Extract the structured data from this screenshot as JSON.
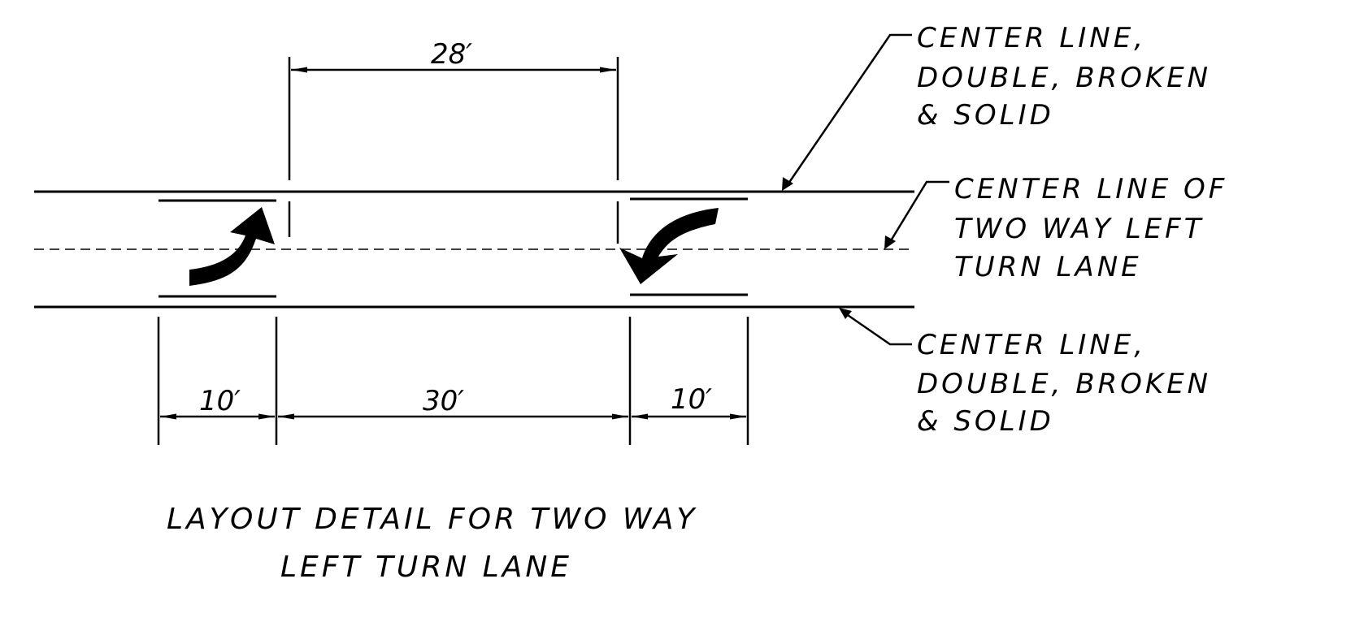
{
  "dimensions": {
    "top": "28′",
    "left_stripe": "10′",
    "middle_gap": "30′",
    "right_stripe": "10′"
  },
  "callouts": {
    "top_right": [
      "CENTER LINE,",
      "DOUBLE, BROKEN",
      "& SOLID"
    ],
    "middle_right": [
      "CENTER LINE OF",
      "TWO WAY LEFT",
      "TURN LANE"
    ],
    "bottom_right": [
      "CENTER LINE,",
      "DOUBLE, BROKEN",
      "& SOLID"
    ]
  },
  "caption": [
    "LAYOUT DETAIL FOR TWO WAY",
    "LEFT TURN LANE"
  ],
  "colors": {
    "ink": "#000000",
    "paper": "#ffffff"
  }
}
